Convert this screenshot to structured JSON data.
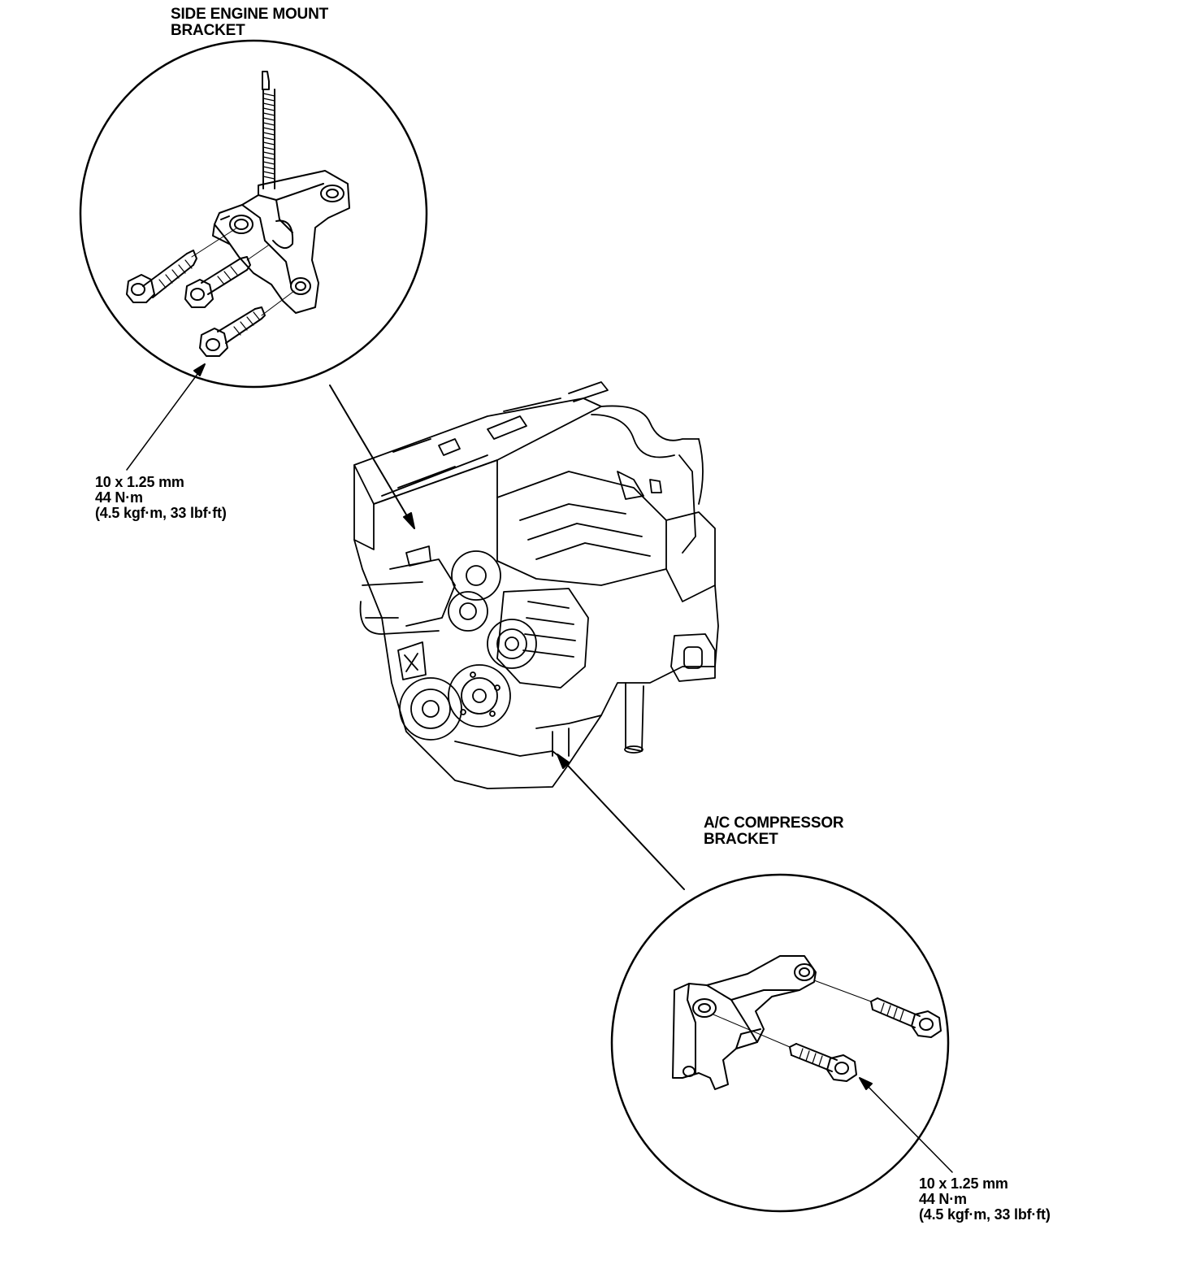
{
  "callouts": {
    "side_engine_mount": {
      "line1": "SIDE ENGINE MOUNT",
      "line2": "BRACKET"
    },
    "ac_compressor": {
      "line1": "A/C COMPRESSOR",
      "line2": "BRACKET"
    }
  },
  "torque_specs": {
    "upper": {
      "size": "10 x 1.25 mm",
      "torque": "44 N·m",
      "conversion": "(4.5 kgf·m, 33 lbf·ft)"
    },
    "lower": {
      "size": "10 x 1.25 mm",
      "torque": "44 N·m",
      "conversion": "(4.5 kgf·m, 33 lbf·ft)"
    }
  },
  "colors": {
    "ink": "#000000",
    "paper": "#ffffff"
  }
}
